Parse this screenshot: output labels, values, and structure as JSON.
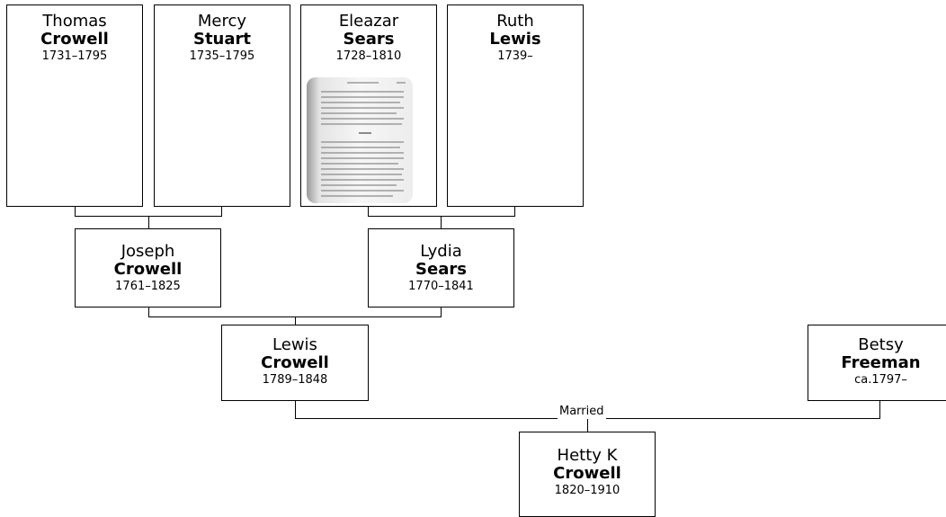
{
  "people": {
    "thomas": {
      "given": "Thomas",
      "surname": "Crowell",
      "dates": "1731–1795"
    },
    "mercy": {
      "given": "Mercy",
      "surname": "Stuart",
      "dates": "1735–1795"
    },
    "eleazar": {
      "given": "Eleazar",
      "surname": "Sears",
      "dates": "1728–1810"
    },
    "ruth": {
      "given": "Ruth",
      "surname": "Lewis",
      "dates": "1739–"
    },
    "joseph": {
      "given": "Joseph",
      "surname": "Crowell",
      "dates": "1761–1825"
    },
    "lydia": {
      "given": "Lydia",
      "surname": "Sears",
      "dates": "1770–1841"
    },
    "lewis": {
      "given": "Lewis",
      "surname": "Crowell",
      "dates": "1789–1848"
    },
    "betsy": {
      "given": "Betsy",
      "surname": "Freeman",
      "dates": "ca.1797–"
    },
    "hetty": {
      "given": "Hetty K",
      "surname": "Crowell",
      "dates": "1820–1910"
    }
  },
  "labels": {
    "married": "Married"
  }
}
